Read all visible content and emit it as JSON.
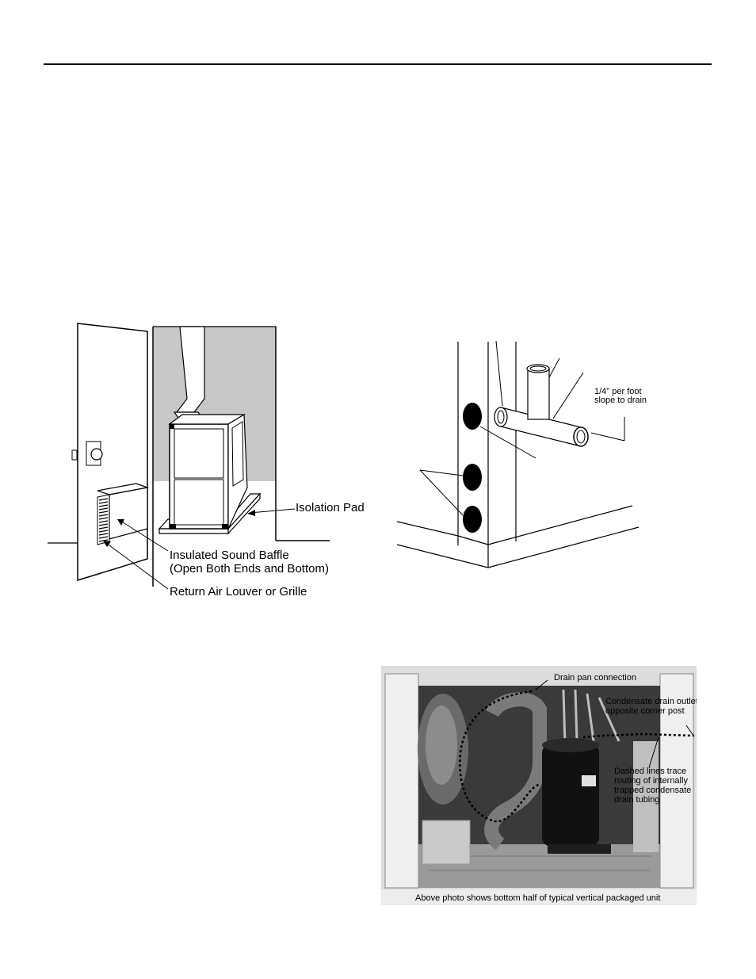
{
  "figure_install": {
    "isolation_pad": "Isolation Pad",
    "sound_baffle_line1": "Insulated Sound Baffle",
    "sound_baffle_line2": "(Open Both Ends and Bottom)",
    "return_air": "Return Air Louver or Grille"
  },
  "figure_drain": {
    "slope_line1": "1/4\" per foot",
    "slope_line2": "slope to drain"
  },
  "figure_photo": {
    "drain_pan": "Drain pan connection",
    "condensate_line1": "Condensate drain outlet",
    "condensate_line2": "opposite corner post",
    "dashed_line1": "Dashed lines trace",
    "dashed_line2": "routing of internally",
    "dashed_line3": "trapped condensate",
    "dashed_line4": "drain tubing",
    "caption": "Above photo shows bottom half of typical vertical packaged unit"
  }
}
